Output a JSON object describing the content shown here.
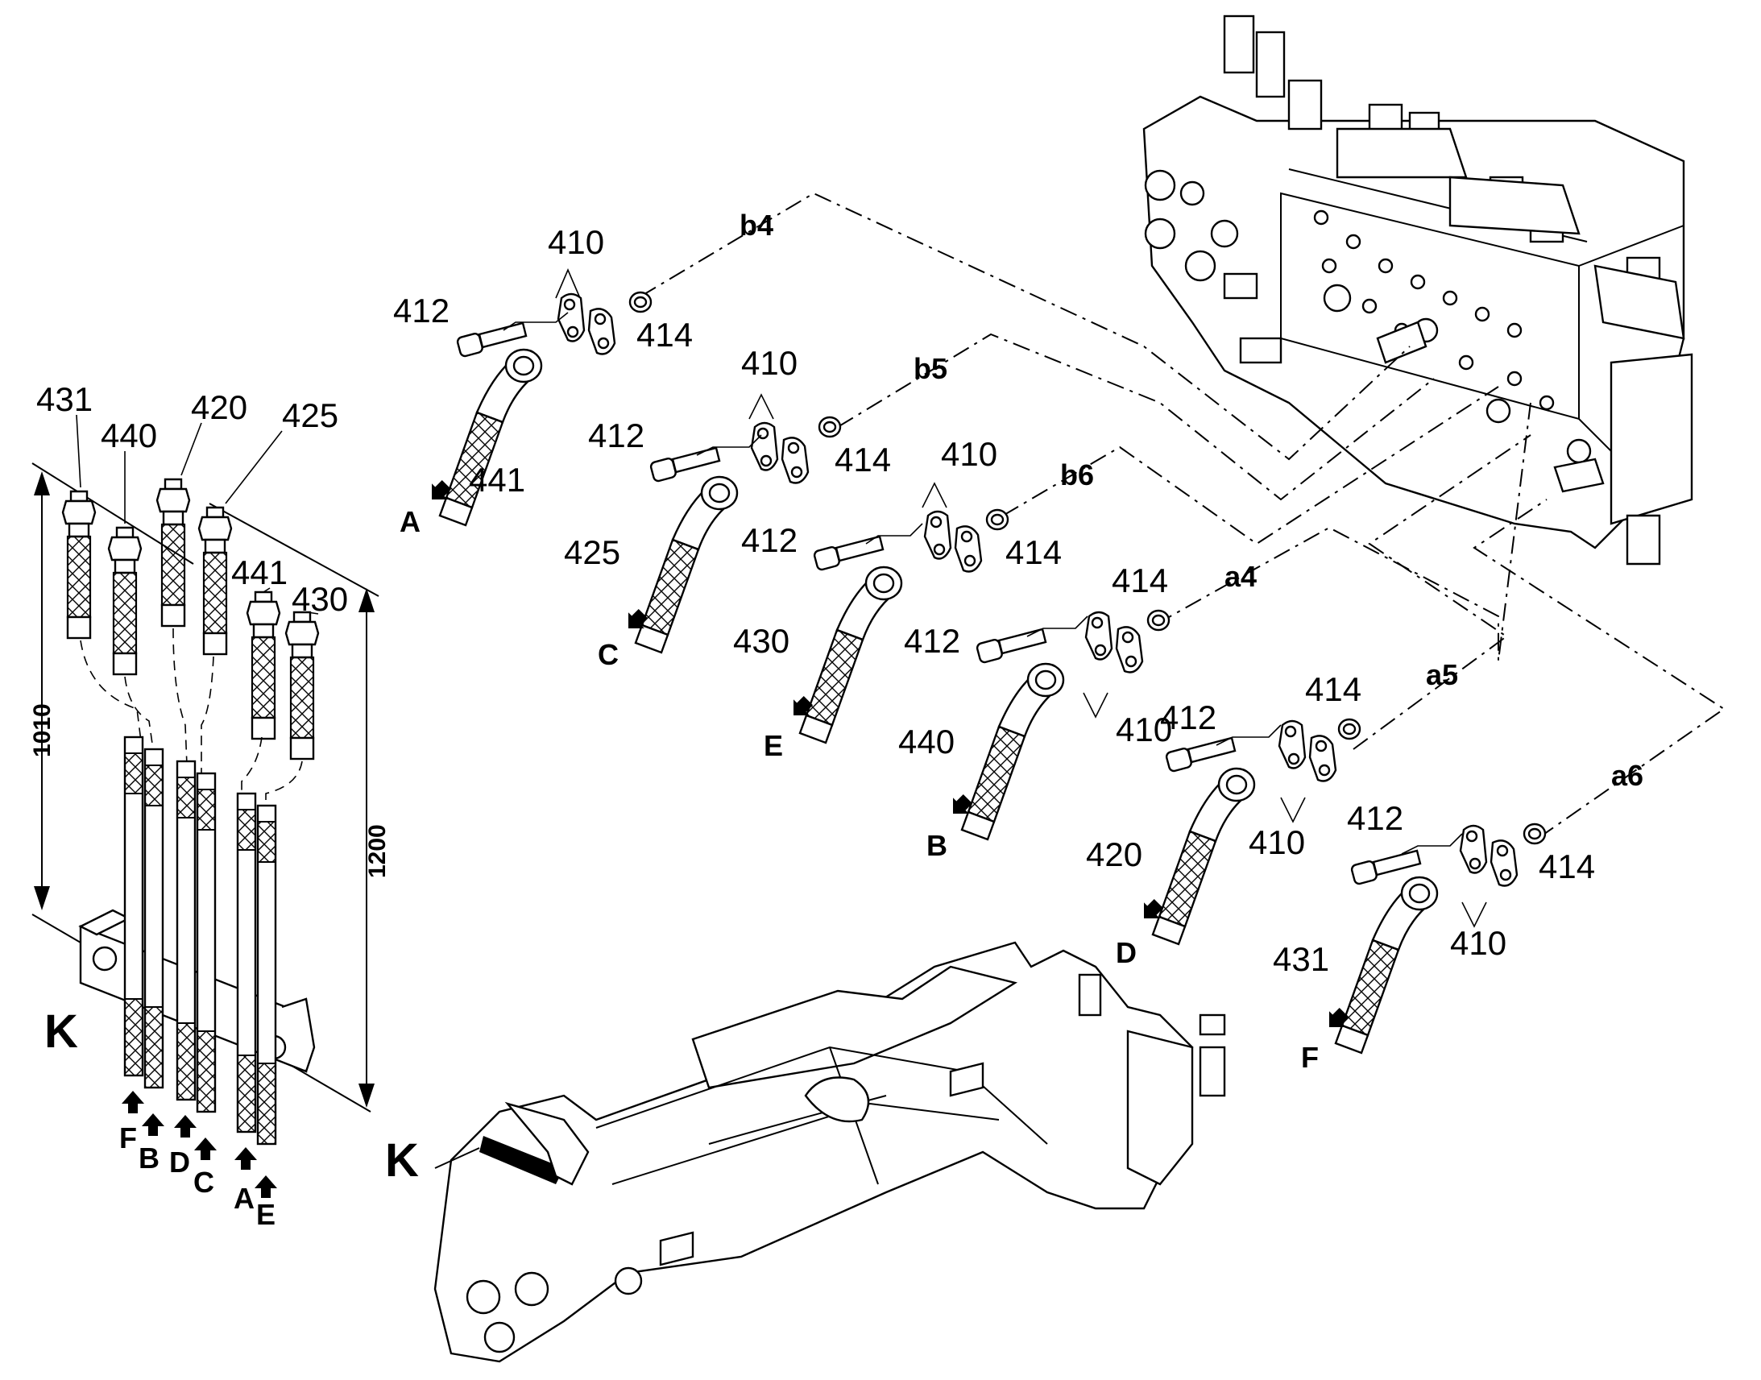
{
  "labels": {
    "p410": "410",
    "p412": "412",
    "p414": "414",
    "p420": "420",
    "p425": "425",
    "p430": "430",
    "p431": "431",
    "p440": "440",
    "p441": "441"
  },
  "ports": {
    "b4": "b4",
    "b5": "b5",
    "b6": "b6",
    "a4": "a4",
    "a5": "a5",
    "a6": "a6"
  },
  "ends": {
    "A": "A",
    "B": "B",
    "C": "C",
    "D": "D",
    "E": "E",
    "F": "F"
  },
  "detail": {
    "k": "K"
  },
  "dimensions": {
    "d1010": "1010",
    "d1200": "1200"
  }
}
